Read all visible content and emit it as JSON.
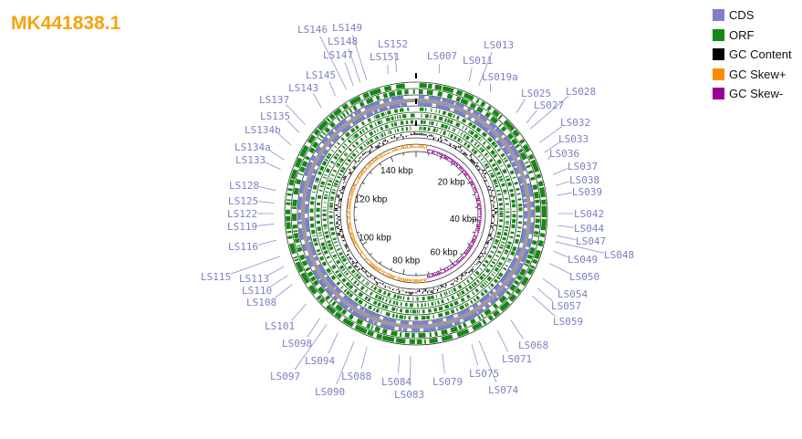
{
  "title": "MK441838.1",
  "legend": [
    {
      "label": "CDS",
      "color": "#7f7fcc"
    },
    {
      "label": "ORF",
      "color": "#138a13"
    },
    {
      "label": "GC Content",
      "color": "#000000"
    },
    {
      "label": "GC Skew+",
      "color": "#ff8c00"
    },
    {
      "label": "GC Skew-",
      "color": "#990099"
    }
  ],
  "genome_kbp": 150,
  "kbp_ticks": [
    "20 kbp",
    "40 kbp",
    "60 kbp",
    "80 kbp",
    "100 kbp",
    "120 kbp",
    "140 kbp"
  ],
  "gene_labels": [
    "LS007",
    "LS013",
    "LS011",
    "LS019a",
    "LS025",
    "LS028",
    "LS027",
    "LS032",
    "LS033",
    "LS036",
    "LS037",
    "LS038",
    "LS039",
    "LS042",
    "LS044",
    "LS047",
    "LS048",
    "LS049",
    "LS050",
    "LS054",
    "LS057",
    "LS059",
    "LS068",
    "LS071",
    "LS074",
    "LS075",
    "LS079",
    "LS083",
    "LS084",
    "LS088",
    "LS090",
    "LS094",
    "LS097",
    "LS098",
    "LS101",
    "LS108",
    "LS110",
    "LS113",
    "LS115",
    "LS116",
    "LS119",
    "LS122",
    "LS125",
    "LS128",
    "LS133",
    "LS134a",
    "LS134b",
    "LS135",
    "LS137",
    "LS143",
    "LS145",
    "LS147",
    "LS146",
    "LS148",
    "LS149",
    "LS151",
    "LS152"
  ]
}
